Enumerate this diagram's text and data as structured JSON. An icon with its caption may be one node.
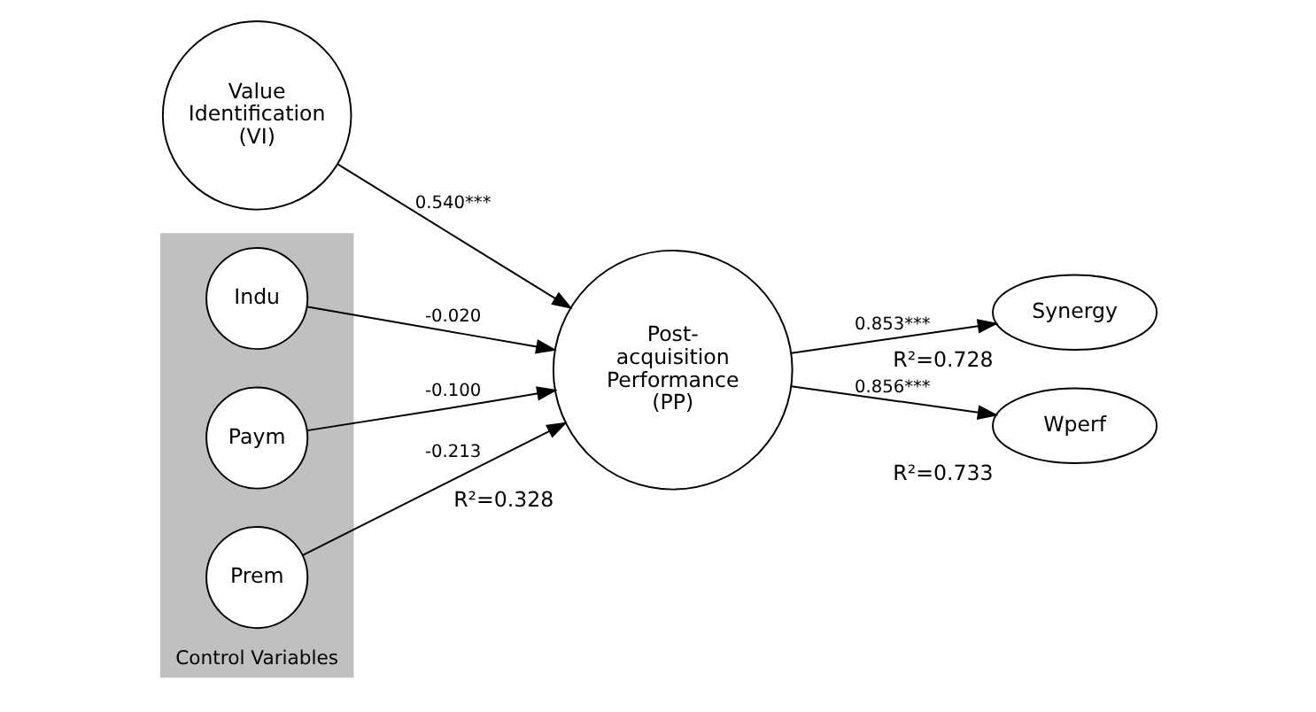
{
  "diagram": {
    "nodes": [
      {
        "text": [
          "Value Identification (VI)"
        ]
      },
      {
        "text": [
          "Post-acquisition Performance (PP)"
        ],
        "beside": [
          "R²=0.328"
        ]
      },
      {
        "text": [
          "Synergy"
        ],
        "beside": [
          "R²=0.728"
        ]
      },
      {
        "text": [
          "Wperf"
        ],
        "beside": [
          "R²=0.733"
        ]
      },
      {
        "text": [
          "Control Variables"
        ]
      },
      {
        "text": [
          "Indu"
        ],
        "in": 4
      },
      {
        "text": [
          "Paym"
        ],
        "in": 4
      },
      {
        "text": [
          "Prem"
        ],
        "in": 4
      }
    ],
    "edges": [
      {
        "from": 0,
        "to": 1,
        "arrow": "to",
        "label": "0.540***"
      },
      {
        "from": 1,
        "to": 2,
        "arrow": "to",
        "label": "0.853***"
      },
      {
        "from": 1,
        "to": 3,
        "arrow": "to",
        "label": "0.856***"
      },
      {
        "from": 5,
        "to": 1,
        "arrow": "to",
        "label": "-0.020"
      },
      {
        "from": 6,
        "to": 1,
        "arrow": "to",
        "label": "-0.100"
      },
      {
        "from": 7,
        "to": 1,
        "arrow": "to",
        "label": "-0.213"
      }
    ]
  }
}
